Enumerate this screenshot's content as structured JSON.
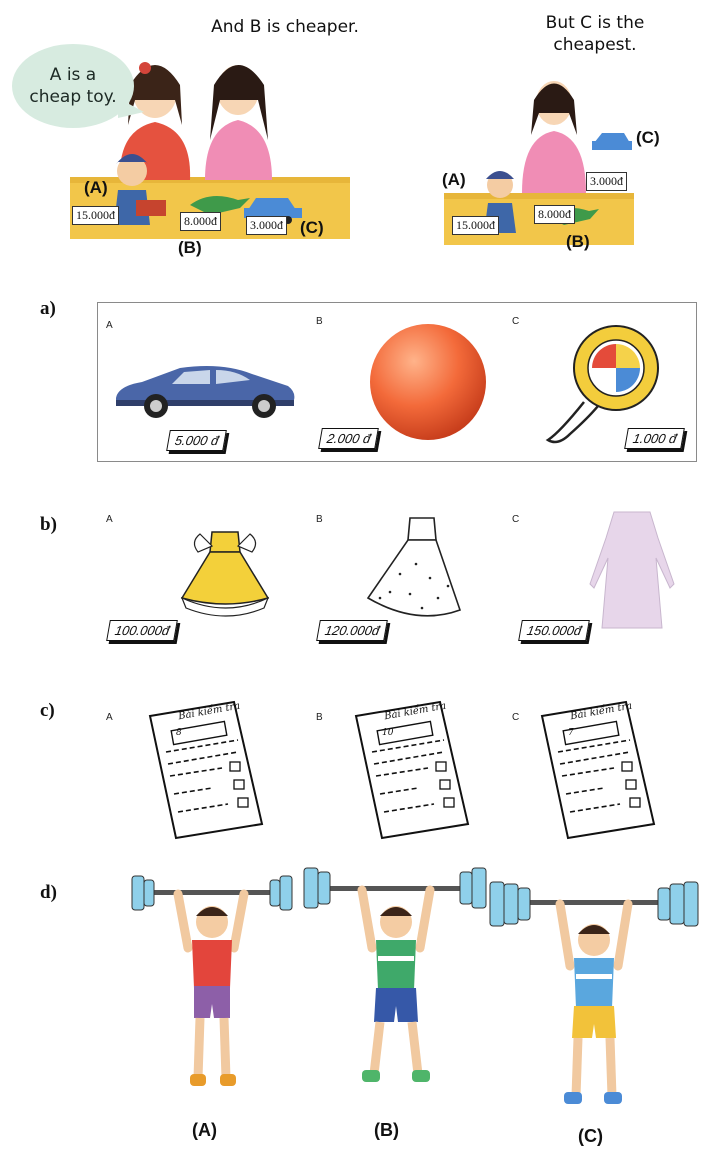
{
  "intro": {
    "caption_b": "And B is cheaper.",
    "caption_c_line1": "But C is the",
    "caption_c_line2": "cheapest.",
    "bubble_line1": "A is a",
    "bubble_line2": "cheap toy.",
    "labels": {
      "a": "(A)",
      "b": "(B)",
      "c": "(C)"
    },
    "left_prices": {
      "a": "15.000đ",
      "b": "8.000đ",
      "c": "3.000đ"
    },
    "right_prices": {
      "a": "15.000đ",
      "b": "8.000đ",
      "c": "3.000đ"
    }
  },
  "rows": {
    "a": {
      "label": "a)",
      "letters": [
        "A",
        "B",
        "C"
      ],
      "prices": [
        "5.000 đ",
        "2.000 đ",
        "1.000 đ"
      ]
    },
    "b": {
      "label": "b)",
      "letters": [
        "A",
        "B",
        "C"
      ],
      "prices": [
        "100.000đ",
        "120.000đ",
        "150.000đ"
      ]
    },
    "c": {
      "label": "c)",
      "letters": [
        "A",
        "B",
        "C"
      ],
      "paper_title": "Bài kiểm tra",
      "scores": [
        "8",
        "10",
        "7"
      ]
    },
    "d": {
      "label": "d)",
      "labels": [
        "(A)",
        "(B)",
        "(C)"
      ]
    }
  },
  "colors": {
    "table": "#f2c64a",
    "bubble": "#d7ebe0",
    "weight_blue": "#8fd0ea",
    "shirt_red": "#e3453c",
    "shirt_green": "#3fa96a",
    "shirt_blue": "#5aa7de"
  }
}
